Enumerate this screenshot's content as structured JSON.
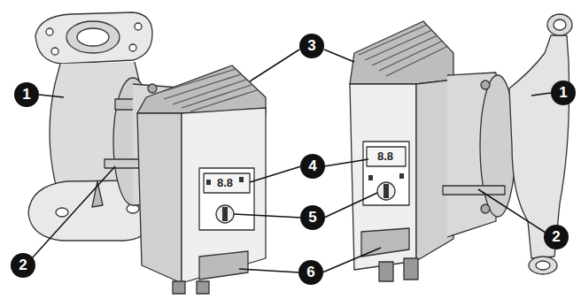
{
  "diagram": {
    "labels": [
      "1",
      "1",
      "2",
      "2",
      "3",
      "4",
      "5",
      "6",
      "8.8",
      "8.8"
    ]
  }
}
